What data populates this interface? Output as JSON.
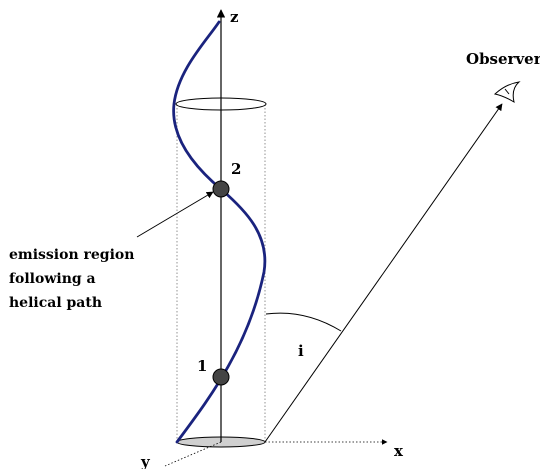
{
  "axes": {
    "z_label": "z",
    "x_label": "x",
    "y_label": "y"
  },
  "observer": {
    "label": "Observer",
    "icon": "eye-icon"
  },
  "points": [
    {
      "label": "1"
    },
    {
      "label": "2"
    }
  ],
  "emission_label": [
    "emission region",
    "following a",
    "helical path"
  ],
  "angle_label": "i",
  "colors": {
    "helix": "#1a237e",
    "point": "#444444",
    "base_disk": "#d0d0d0"
  }
}
